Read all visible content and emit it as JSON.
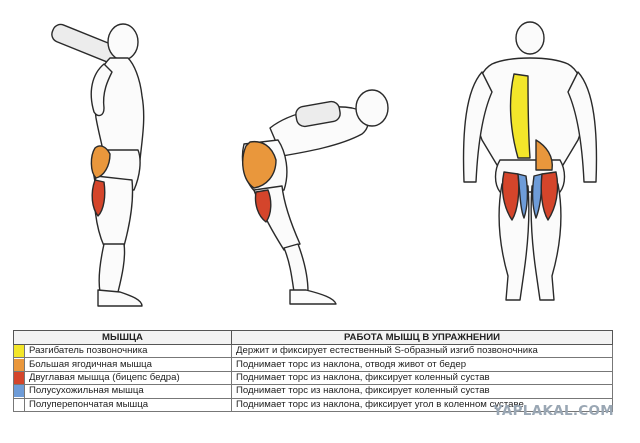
{
  "colors": {
    "erector": "#f3e62a",
    "glute": "#e9973c",
    "biceps": "#d4452b",
    "semitendinosus": "#6e9cd8",
    "semimembranosus": "#ffffff"
  },
  "table": {
    "header_muscle": "МЫШЦА",
    "header_work": "РАБОТА МЫШЦ В УПРАЖНЕНИИ",
    "rows": [
      {
        "color_key": "erector",
        "muscle": "Разгибатель позвоночника",
        "work": "Держит и фиксирует естественный S-образный изгиб позвоночника"
      },
      {
        "color_key": "glute",
        "muscle": "Большая ягодичная мышца",
        "work": "Поднимает торс из наклона, отводя живот от бедер"
      },
      {
        "color_key": "biceps",
        "muscle": "Двуглавая мышца (бицепс бедра)",
        "work": "Поднимает торс из наклона, фиксирует коленный сустав"
      },
      {
        "color_key": "semitendinosus",
        "muscle": "Полусухожильная мышца",
        "work": "Поднимает торс из наклона, фиксирует коленный сустав"
      },
      {
        "color_key": "semimembranosus",
        "muscle": "Полуперепончатая мышца",
        "work": "Поднимает торс из наклона, фиксирует угол в коленном суставе"
      }
    ]
  },
  "watermark": "YAPLAKAL.COM"
}
